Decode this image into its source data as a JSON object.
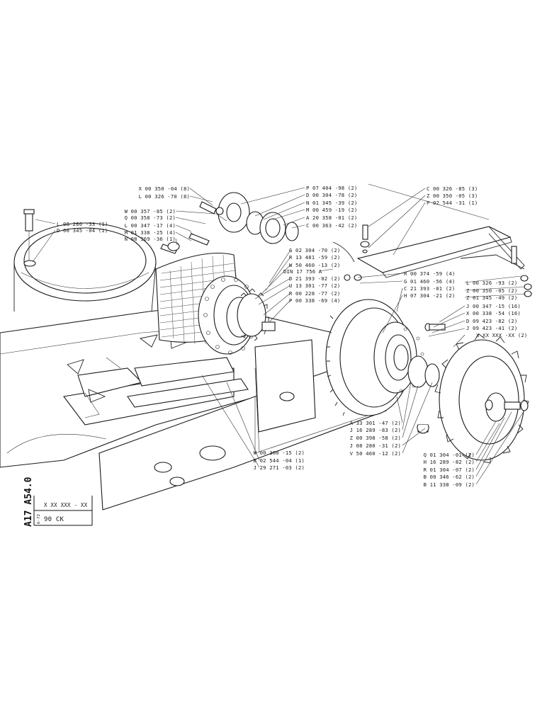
{
  "labels_top_left": [
    "X 00 350 -04 (8)",
    "L 00 326 -70 (8)",
    "W 00 357 -85 (2)",
    "Q 00 358 -73 (2)",
    "L 00 347 -17 (4)",
    "M 01 338 -25 (4)",
    "N 08 369 -36 (1)"
  ],
  "labels_far_left": [
    "L 08 280 -33 (1)",
    "D 06 345 -04 (1)"
  ],
  "labels_top_center": [
    "P 07 404 -98 (2)",
    "D 00 304 -78 (2)",
    "N 01 345 -39 (2)",
    "M 00 459 -19 (2)",
    "A 20 358 -01 (2)",
    "C 00 363 -42 (2)"
  ],
  "labels_middle": [
    "G 02 304 -70 (2)",
    "R 13 481 -59 (2)",
    "W 50 460 -13 (2)",
    "DIN 17 756 A",
    "D 21 393 -02 (2)",
    "U 13 301 -77 (2)",
    "R 00 228 -77 (2)",
    "P 00 338 -69 (4)"
  ],
  "labels_top_right": [
    "C 00 326 -85 (3)",
    "Z 00 350 -05 (3)",
    "P 02 544 -31 (1)"
  ],
  "labels_center_right": [
    "R 00 374 -59 (4)",
    "G 01 460 -56 (4)",
    "C 21 393 -01 (2)",
    "H 07 304 -21 (2)"
  ],
  "labels_far_right": [
    "L 00 326 -93 (2)",
    "Z 00 350 -05 (2)",
    "Z 01 345 -49 (2)",
    "J 00 347 -15 (16)",
    "X 00 338 -54 (16)",
    "D 09 423 -82 (2)",
    "J 09 423 -41 (2)",
    "X XX XXX -XX (2)"
  ],
  "labels_bottom_center": [
    "A 33 301 -47 (2)",
    "J 16 289 -83 (2)",
    "Z 00 398 -58 (2)",
    "J 08 280 -31 (2)",
    "V 50 460 -12 (2)"
  ],
  "labels_bottom_right": [
    "Q 01 304 -01 (2)",
    "H 16 289 -82 (2)",
    "R 01 304 -07 (2)",
    "B 00 346 -62 (2)",
    "B 11 338 -09 (2)"
  ],
  "labels_bottom_left": [
    "W 00 360 -15 (2)",
    "B 02 544 -04 (1)",
    "J 29 271 -03 (2)"
  ],
  "title_block": {
    "vertical_code": "A17 A54.0",
    "small_code": "6-72",
    "part_ref": "X XX XXX - XX",
    "model": "90 CK"
  }
}
